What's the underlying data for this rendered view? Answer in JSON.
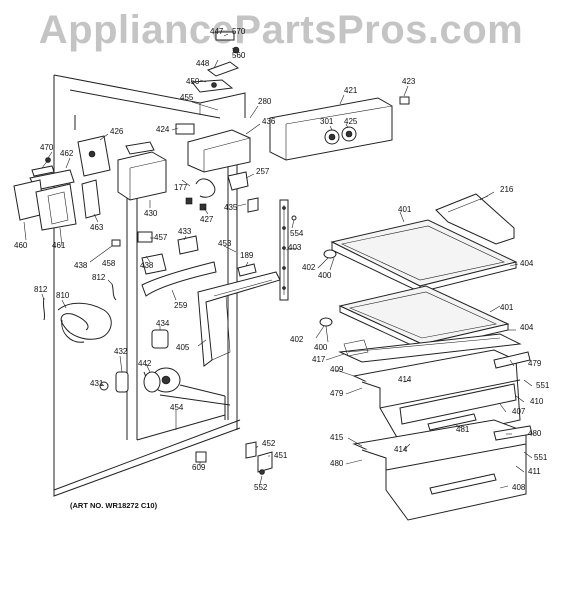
{
  "watermark": "AppliancePartsPros.com",
  "caption": "(ART NO. WR18272 C10)",
  "callouts": [
    "447",
    "570",
    "560",
    "448",
    "450",
    "455",
    "280",
    "421",
    "423",
    "426",
    "424",
    "436",
    "301",
    "425",
    "470",
    "462",
    "177",
    "257",
    "216",
    "460",
    "461",
    "463",
    "430",
    "427",
    "435",
    "554",
    "401",
    "438",
    "457",
    "433",
    "453",
    "189",
    "403",
    "402",
    "400",
    "404",
    "812",
    "810",
    "458",
    "259",
    "405",
    "434",
    "417",
    "409",
    "479",
    "551",
    "431",
    "432",
    "442",
    "414",
    "410",
    "407",
    "481",
    "454",
    "415",
    "480",
    "411",
    "408",
    "609",
    "452",
    "451",
    "552"
  ]
}
